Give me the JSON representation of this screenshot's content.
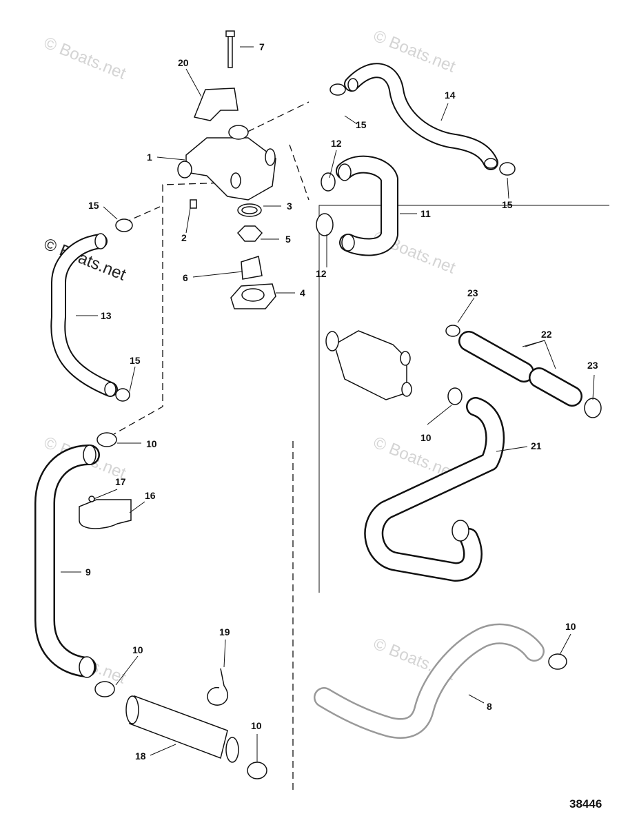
{
  "diagram": {
    "drawing_number": "38446",
    "watermark_text": "© Boats.net",
    "callouts": [
      {
        "id": "c7",
        "label": "7"
      },
      {
        "id": "c20",
        "label": "20"
      },
      {
        "id": "c1",
        "label": "1"
      },
      {
        "id": "c15a",
        "label": "15"
      },
      {
        "id": "c14",
        "label": "14"
      },
      {
        "id": "c12a",
        "label": "12"
      },
      {
        "id": "c15b",
        "label": "15"
      },
      {
        "id": "c3",
        "label": "3"
      },
      {
        "id": "c15c",
        "label": "15"
      },
      {
        "id": "c2",
        "label": "2"
      },
      {
        "id": "c5",
        "label": "5"
      },
      {
        "id": "c11",
        "label": "11"
      },
      {
        "id": "c12b",
        "label": "12"
      },
      {
        "id": "c6",
        "label": "6"
      },
      {
        "id": "c4",
        "label": "4"
      },
      {
        "id": "c13",
        "label": "13"
      },
      {
        "id": "c23a",
        "label": "23"
      },
      {
        "id": "c22",
        "label": "22"
      },
      {
        "id": "c23b",
        "label": "23"
      },
      {
        "id": "c15d",
        "label": "15"
      },
      {
        "id": "c10a",
        "label": "10"
      },
      {
        "id": "c10b",
        "label": "10"
      },
      {
        "id": "c21",
        "label": "21"
      },
      {
        "id": "c17",
        "label": "17"
      },
      {
        "id": "c16",
        "label": "16"
      },
      {
        "id": "c9",
        "label": "9"
      },
      {
        "id": "c19",
        "label": "19"
      },
      {
        "id": "c10c",
        "label": "10"
      },
      {
        "id": "c10d",
        "label": "10"
      },
      {
        "id": "c8",
        "label": "8"
      },
      {
        "id": "c10e",
        "label": "10"
      },
      {
        "id": "c18",
        "label": "18"
      }
    ]
  }
}
